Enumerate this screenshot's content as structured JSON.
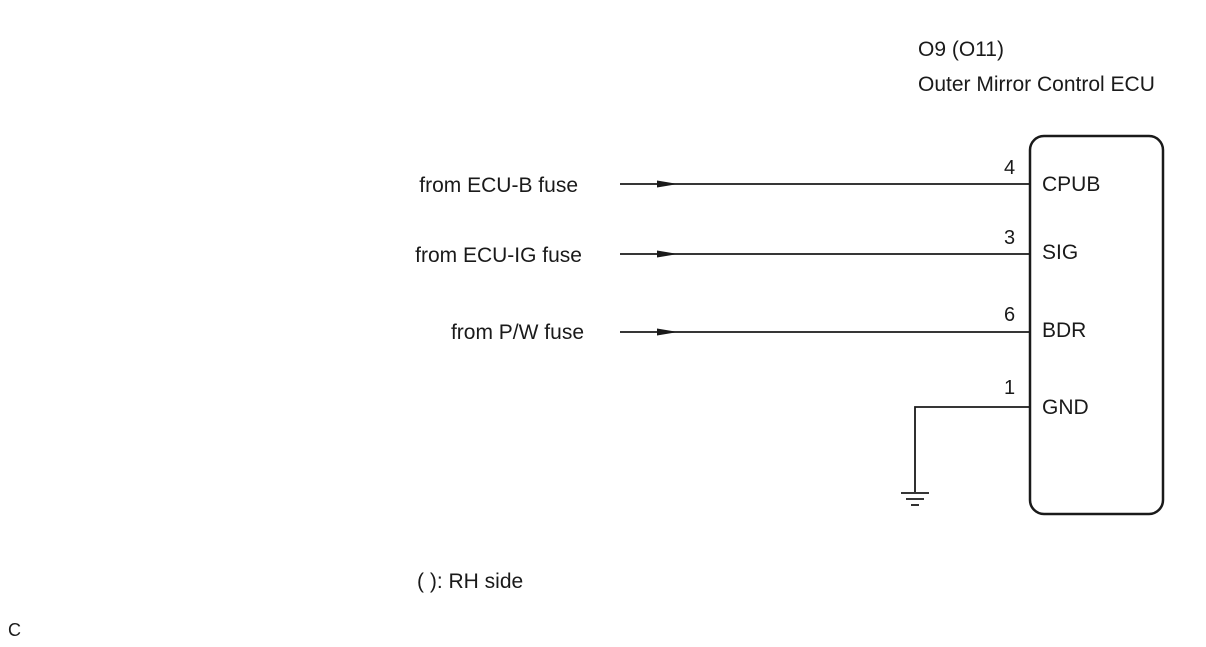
{
  "connector": {
    "code": "O9 (O11)",
    "name": "Outer Mirror Control ECU"
  },
  "circuits": [
    {
      "source": "from ECU-B fuse",
      "pin": "4",
      "terminal": "CPUB"
    },
    {
      "source": "from ECU-IG fuse",
      "pin": "3",
      "terminal": "SIG"
    },
    {
      "source": "from P/W fuse",
      "pin": "6",
      "terminal": "BDR"
    },
    {
      "source": "",
      "pin": "1",
      "terminal": "GND"
    }
  ],
  "legend": "( ): RH side",
  "corner_mark": "C",
  "colors": {
    "line": "#1a1a1a",
    "background": "#ffffff"
  }
}
